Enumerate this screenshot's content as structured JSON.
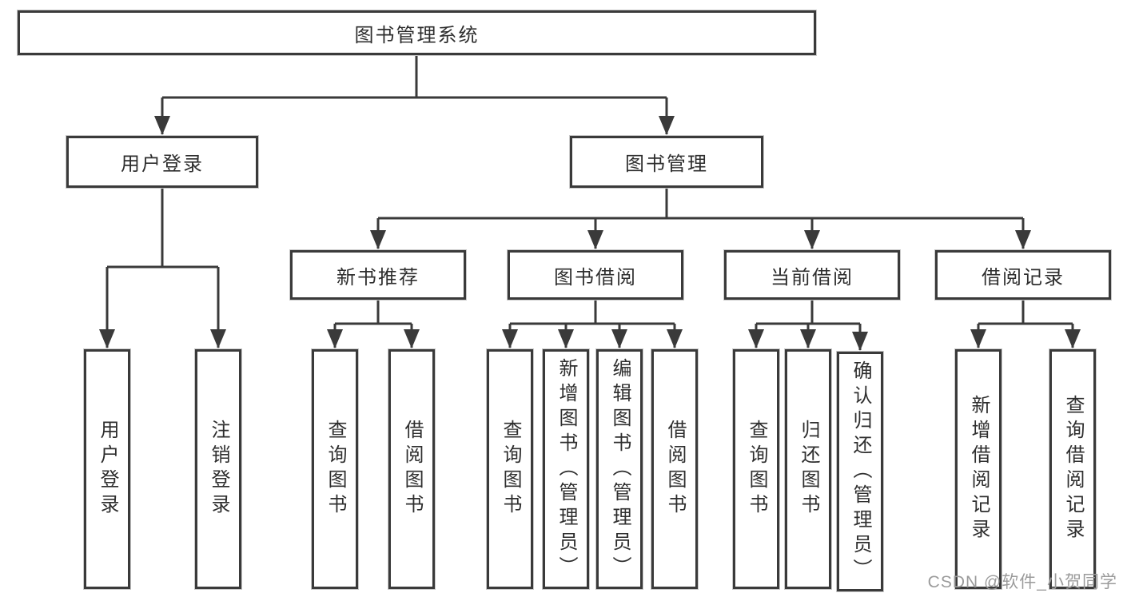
{
  "diagram": {
    "title": "图书管理系统",
    "root": {
      "label": "图书管理系统"
    },
    "level2": [
      {
        "label": "用户登录"
      },
      {
        "label": "图书管理"
      }
    ],
    "level3": [
      {
        "label": "新书推荐"
      },
      {
        "label": "图书借阅"
      },
      {
        "label": "当前借阅"
      },
      {
        "label": "借阅记录"
      }
    ],
    "leaves": {
      "user_login": [
        "用户登录",
        "注销登录"
      ],
      "new_book": [
        "查询图书",
        "借阅图书"
      ],
      "book_borrow": [
        "查询图书",
        "新增图书（管理员）",
        "编辑图书（管理员）",
        "借阅图书"
      ],
      "current_borrow": [
        "查询图书",
        "归还图书",
        "确认归还（管理员）"
      ],
      "borrow_record": [
        "新增借阅记录",
        "查询借阅记录"
      ]
    }
  },
  "watermark": "CSDN @软件_小贺同学",
  "colors": {
    "line": "#3a3a3a",
    "box_border": "#3a3a3a",
    "text": "#2e2e2e",
    "watermark": "#9b9b9b",
    "background": "#ffffff"
  }
}
